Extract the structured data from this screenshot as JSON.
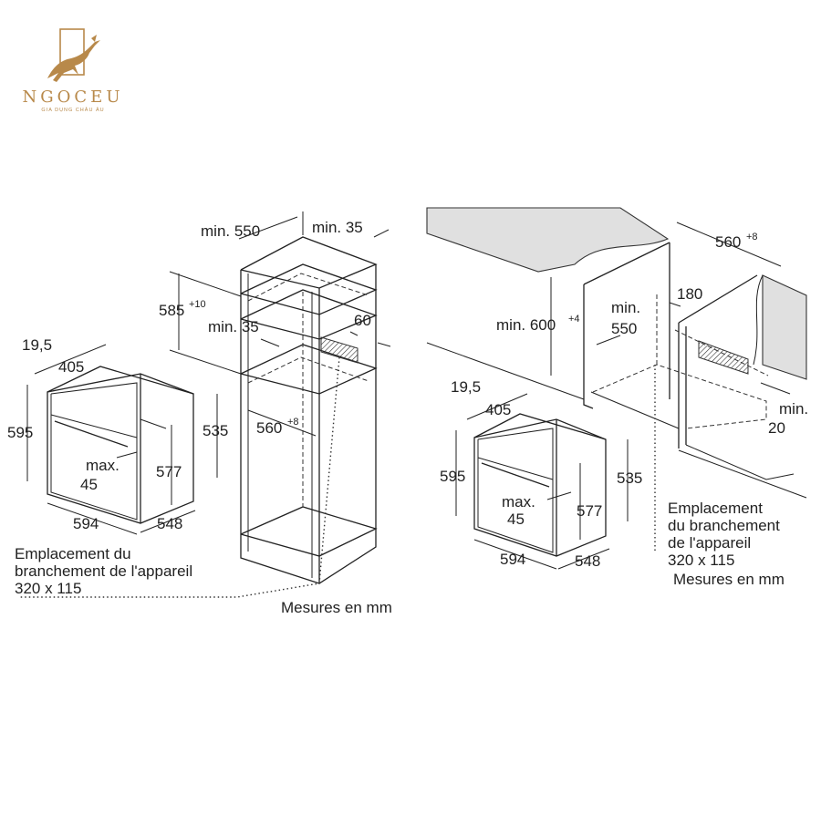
{
  "logo": {
    "name": "NGOCEU",
    "tagline": "GIA DỤNG CHÂU ÂU",
    "color": "#b8894a"
  },
  "left_diagram": {
    "oven": {
      "depth_front": "19,5",
      "depth_body": "405",
      "height": "595",
      "max_label": "max.",
      "max_value": "45",
      "inner_height": "577",
      "side_height": "535",
      "width": "594",
      "depth": "548"
    },
    "cabinet": {
      "min_depth": "min. 550",
      "min_back": "min. 35",
      "height_base": "585",
      "height_tol": "+10",
      "vent": "min. 35",
      "vent_gap": "60",
      "niche_width": "560",
      "niche_tol": "+8"
    },
    "connection_note": [
      "Emplacement du",
      "branchement de l'appareil",
      "320 x 115"
    ],
    "units": "Mesures en mm"
  },
  "right_diagram": {
    "niche_width": "560",
    "niche_tol": "+8",
    "min_height": "min. 600",
    "min_height_tol": "+4",
    "min_depth_label": "min.",
    "min_depth_value": "550",
    "gap": "180",
    "min_side_label": "min.",
    "min_side_value": "20",
    "oven": {
      "depth_front": "19,5",
      "depth_body": "405",
      "height": "595",
      "max_label": "max.",
      "max_value": "45",
      "inner_height": "577",
      "side_height": "535",
      "width": "594",
      "depth": "548"
    },
    "connection_note": [
      "Emplacement",
      "du branchement",
      "de l'appareil",
      "320 x 115"
    ],
    "units": "Mesures en mm"
  }
}
